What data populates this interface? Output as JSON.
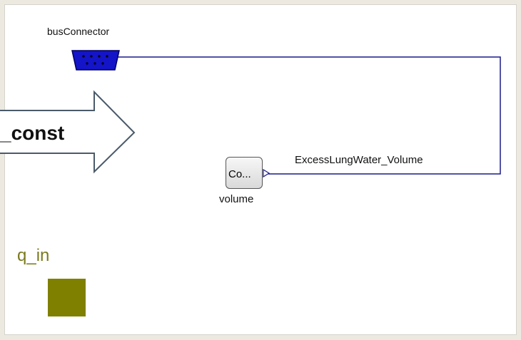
{
  "diagram": {
    "bus_connector_label": "busConnector",
    "component_label": "Co...",
    "component_name": "volume",
    "signal_label": "ExcessLungWater_Volume",
    "input_port_label": "q_in",
    "callout_text": "_const",
    "colors": {
      "wire": "#1a1a8c",
      "bus_connector": "#1414c8",
      "input_port": "#808000",
      "callout_border": "#4a5a6a"
    }
  }
}
